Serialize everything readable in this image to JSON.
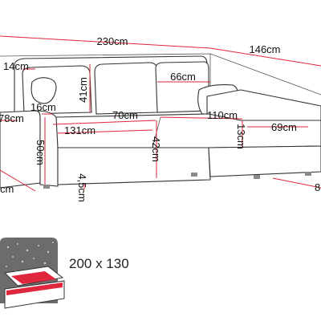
{
  "colors": {
    "dimension_line": "#e0263c",
    "outline": "#333333",
    "bed_fill": "#e0263c",
    "icon_bg": "#6c6c6c"
  },
  "dimensions": {
    "total_width": "230cm",
    "chaise_length": "146cm",
    "armrest_width": "14cm",
    "back_cushion_height": "41cm",
    "pillow_width": "66cm",
    "armrest_height_from_seat": "16cm",
    "depth_left": "78cm",
    "seat_depth": "70cm",
    "chaise_depth": "110cm",
    "seat_cushion_thickness": "13cm",
    "seat_width": "131cm",
    "chaise_seat_length": "69cm",
    "total_height": "50cm",
    "seat_height": "42cm",
    "leg_height": "4,5cm",
    "depth_bottom_left": "cm",
    "depth_bottom_right": "8"
  },
  "bed": {
    "size_label": "200 x 130",
    "icon": "sofa-bed-icon"
  }
}
